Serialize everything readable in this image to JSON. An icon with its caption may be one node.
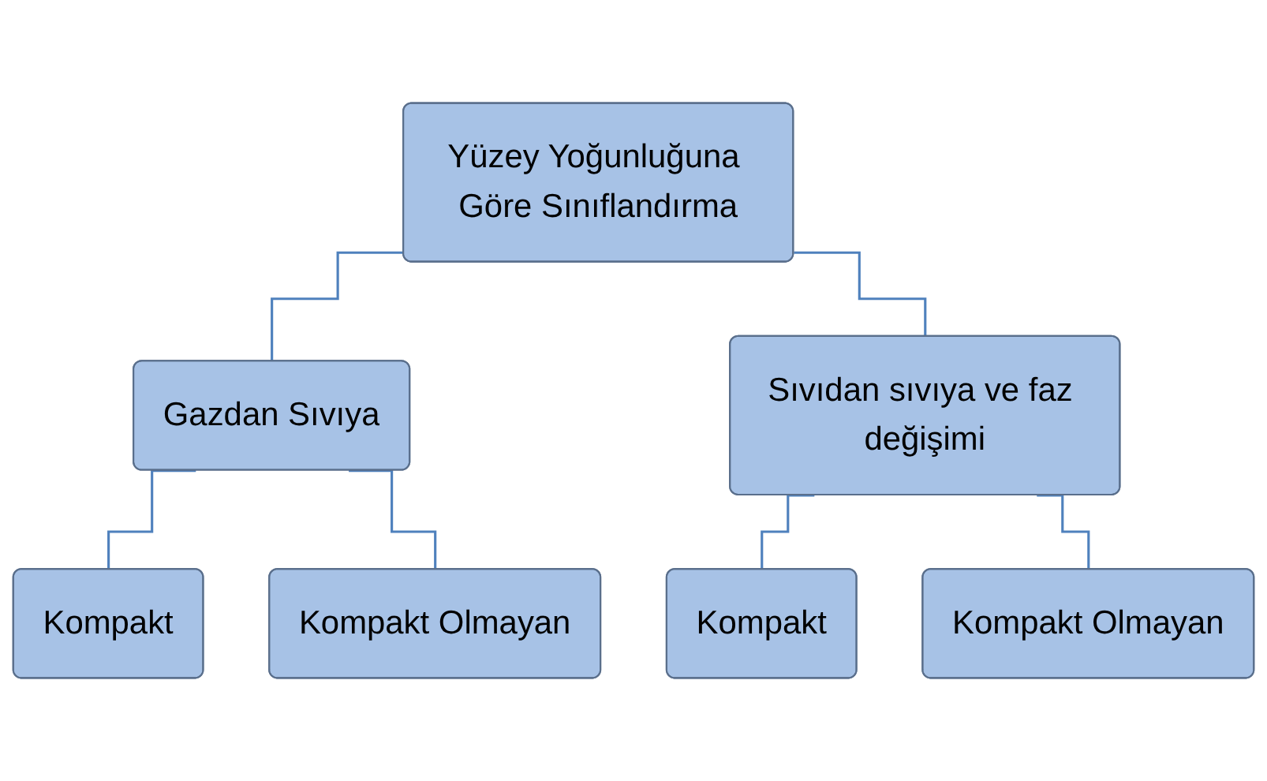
{
  "diagram": {
    "nodes": [
      {
        "text": [
          "Yüzey Yoğunluğuna Göre Sınıflandırma"
        ]
      },
      {
        "text": [
          "Gazdan Sıvıya"
        ]
      },
      {
        "text": [
          "Sıvıdan sıvıya ve faz değişimi"
        ]
      },
      {
        "text": [
          "Kompakt"
        ]
      },
      {
        "text": [
          "Kompakt Olmayan"
        ]
      },
      {
        "text": [
          "Kompakt"
        ]
      },
      {
        "text": [
          "Kompakt Olmayan"
        ]
      }
    ],
    "edges": [
      {
        "from": 0,
        "to": 1,
        "arrow": "none"
      },
      {
        "from": 0,
        "to": 2,
        "arrow": "none"
      },
      {
        "from": 1,
        "to": 3,
        "arrow": "none"
      },
      {
        "from": 1,
        "to": 4,
        "arrow": "none"
      },
      {
        "from": 2,
        "to": 5,
        "arrow": "none"
      },
      {
        "from": 2,
        "to": 6,
        "arrow": "none"
      }
    ]
  }
}
